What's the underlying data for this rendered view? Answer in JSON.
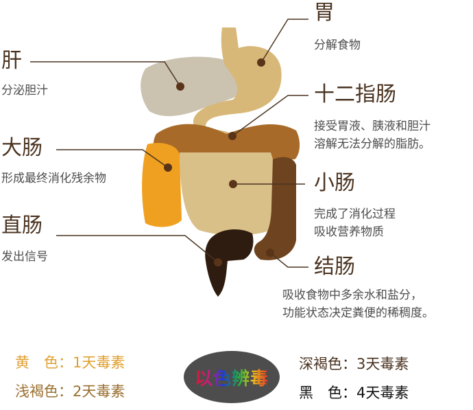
{
  "organs": {
    "liver": {
      "title": "肝",
      "desc": "分泌胆汁"
    },
    "stomach": {
      "title": "胃",
      "desc": "分解食物"
    },
    "duodenum": {
      "title": "十二指肠",
      "desc_lines": [
        "接受胃液、胰液和胆汁",
        "溶解无法分解的脂肪。"
      ]
    },
    "large_intestine": {
      "title": "大肠",
      "desc": "形成最终消化残余物"
    },
    "small_intestine": {
      "title": "小肠",
      "desc_lines": [
        "完成了消化过程",
        "吸收营养物质"
      ]
    },
    "rectum": {
      "title": "直肠",
      "desc": "发出信号"
    },
    "colon": {
      "title": "结肠",
      "desc_lines": [
        "吸收食物中多余水和盐分，",
        "功能状态决定粪便的稀稠度。"
      ]
    }
  },
  "legend": {
    "badge": "以色辨毒",
    "items": [
      {
        "label": "黄　色：1天毒素",
        "color": "#e0a030"
      },
      {
        "label": "浅褐色：2天毒素",
        "color": "#9a7030"
      },
      {
        "label": "深褐色：3天毒素",
        "color": "#4a3320"
      },
      {
        "label": "黑　色：4天毒素",
        "color": "#111111"
      }
    ]
  },
  "colors": {
    "liver": "#cbc2b0",
    "stomach": "#d8b878",
    "transverse_colon": "#a86a28",
    "ascending_colon": "#f0a020",
    "small_intestine": "#d9bf88",
    "descending_colon": "#6e4420",
    "sigmoid": "#2e1c10",
    "pointer": "#4a3320"
  }
}
